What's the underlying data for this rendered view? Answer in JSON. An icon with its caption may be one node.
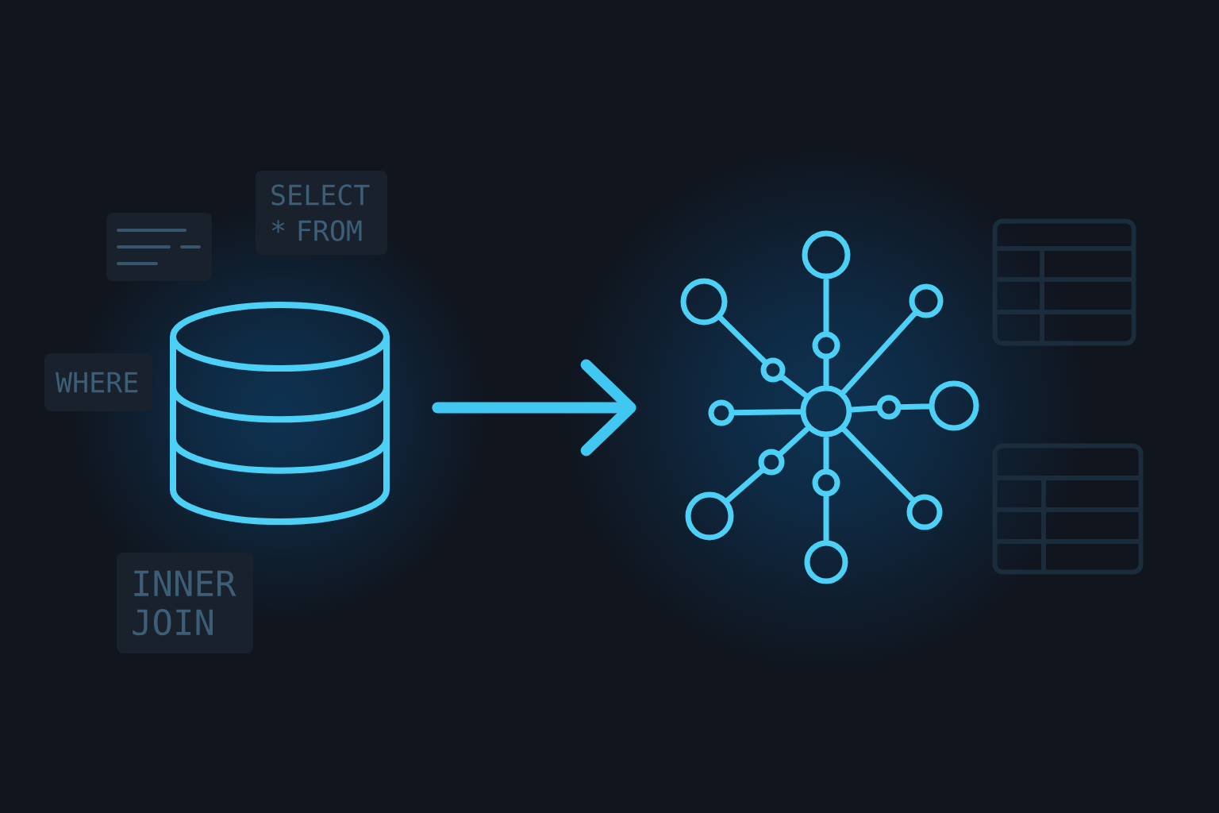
{
  "diagram": {
    "nodes": [
      {
        "text": [],
        "shape": "box"
      },
      {
        "text": [
          "SELECT * FROM"
        ]
      },
      {
        "text": [
          "WHERE"
        ]
      },
      {
        "text": [],
        "shape": "cylinder"
      },
      {
        "text": [
          "INNER JOIN"
        ]
      },
      {
        "text": [],
        "shape": "picture"
      }
    ],
    "edges": [
      {
        "from": 3,
        "to": 5,
        "arrow": "to"
      }
    ]
  }
}
